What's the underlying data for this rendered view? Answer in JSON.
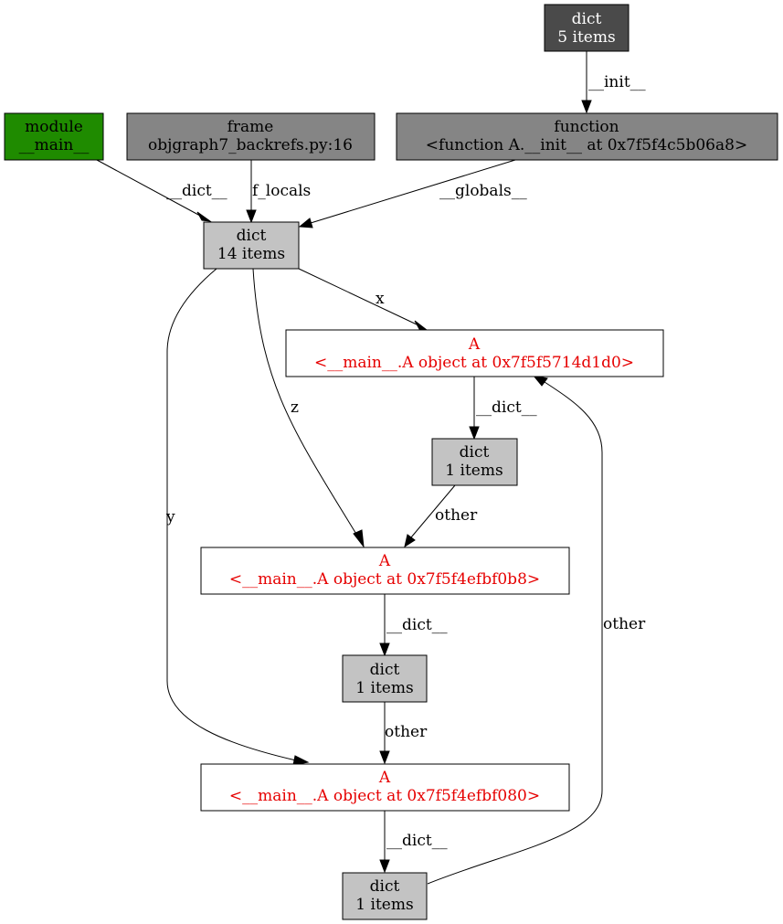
{
  "colors": {
    "module_fill": "#1f8b00",
    "frame_fill": "#858585",
    "function_fill": "#858585",
    "dict_dark_fill": "#4a4a4a",
    "dict_fill": "#c3c3c3",
    "object_fill": "#ffffff",
    "object_text": "#e60000",
    "light_text": "#ffffff",
    "dark_text": "#000000",
    "edge": "#000000"
  },
  "nodes": {
    "dict_5": {
      "line1": "dict",
      "line2": "5 items"
    },
    "module_main": {
      "line1": "module",
      "line2": "__main__"
    },
    "frame": {
      "line1": "frame",
      "line2": "objgraph7_backrefs.py:16"
    },
    "function_init": {
      "line1": "function",
      "line2": "<function A.__init__ at 0x7f5f4c5b06a8>"
    },
    "dict_14": {
      "line1": "dict",
      "line2": "14 items"
    },
    "obj_a1": {
      "line1": "A",
      "line2": "<__main__.A object at 0x7f5f5714d1d0>"
    },
    "dict_a1": {
      "line1": "dict",
      "line2": "1 items"
    },
    "obj_a2": {
      "line1": "A",
      "line2": "<__main__.A object at 0x7f5f4efbf0b8>"
    },
    "dict_a2": {
      "line1": "dict",
      "line2": "1 items"
    },
    "obj_a3": {
      "line1": "A",
      "line2": "<__main__.A object at 0x7f5f4efbf080>"
    },
    "dict_a3": {
      "line1": "dict",
      "line2": "1 items"
    }
  },
  "edges": {
    "dict5_to_function": {
      "label": "__init__"
    },
    "module_to_dict14": {
      "label": "__dict__"
    },
    "frame_to_dict14": {
      "label": "f_locals"
    },
    "function_to_dict14": {
      "label": "__globals__"
    },
    "dict14_to_a1": {
      "label": "x"
    },
    "dict14_to_a2": {
      "label": "z"
    },
    "dict14_to_a3": {
      "label": "y"
    },
    "a1_to_dict": {
      "label": "__dict__"
    },
    "dicta1_to_a2": {
      "label": "other"
    },
    "a2_to_dict": {
      "label": "__dict__"
    },
    "dicta2_to_a3": {
      "label": "other"
    },
    "a3_to_dict": {
      "label": "__dict__"
    },
    "dicta3_to_a1": {
      "label": "other"
    }
  }
}
